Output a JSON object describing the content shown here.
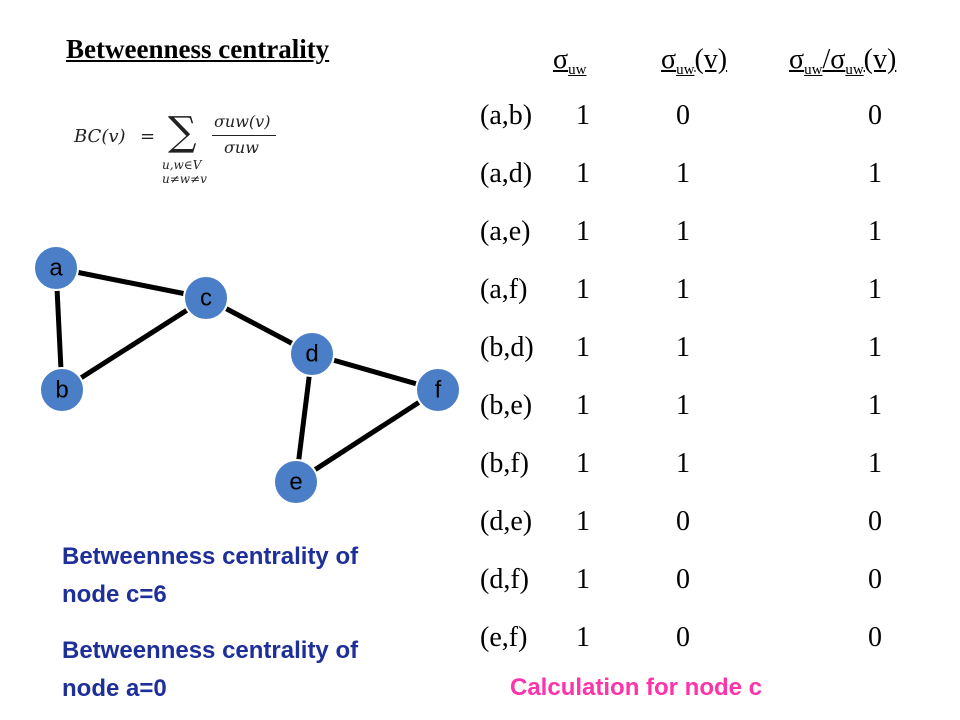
{
  "title": "Betweenness centrality",
  "formula": {
    "lhs": "BC(v)",
    "equals": "=",
    "sum": "∑",
    "sum_sub_line1": "u,w∈V",
    "sum_sub_line2": "u≠w≠v",
    "numerator": "σuw(v)",
    "denominator": "σuw"
  },
  "graph": {
    "nodes": [
      "a",
      "b",
      "c",
      "d",
      "e",
      "f"
    ],
    "edges": [
      [
        "a",
        "b"
      ],
      [
        "a",
        "c"
      ],
      [
        "b",
        "c"
      ],
      [
        "c",
        "d"
      ],
      [
        "d",
        "e"
      ],
      [
        "d",
        "f"
      ],
      [
        "e",
        "f"
      ]
    ],
    "node_color": "#4a7fc8",
    "node_border": "#ffffff",
    "edge_color": "#000000"
  },
  "table": {
    "headers": [
      {
        "sym": "σ",
        "sub": "uw",
        "suffix": ""
      },
      {
        "sym": "σ",
        "sub": "uw",
        "suffix": "(v)"
      },
      {
        "sym": "σ",
        "sub": "uw",
        "mid": "/σ",
        "sub2": "uw",
        "suffix": "(v)"
      }
    ],
    "rows": [
      {
        "pair": "(a,b)",
        "sigma": "1",
        "sigma_v": "0",
        "ratio": "0"
      },
      {
        "pair": "(a,d)",
        "sigma": "1",
        "sigma_v": "1",
        "ratio": "1"
      },
      {
        "pair": "(a,e)",
        "sigma": "1",
        "sigma_v": "1",
        "ratio": "1"
      },
      {
        "pair": "(a,f)",
        "sigma": "1",
        "sigma_v": "1",
        "ratio": "1"
      },
      {
        "pair": "(b,d)",
        "sigma": "1",
        "sigma_v": "1",
        "ratio": "1"
      },
      {
        "pair": "(b,e)",
        "sigma": "1",
        "sigma_v": "1",
        "ratio": "1"
      },
      {
        "pair": "(b,f)",
        "sigma": "1",
        "sigma_v": "1",
        "ratio": "1"
      },
      {
        "pair": "(d,e)",
        "sigma": "1",
        "sigma_v": "0",
        "ratio": "0"
      },
      {
        "pair": "(d,f)",
        "sigma": "1",
        "sigma_v": "0",
        "ratio": "0"
      },
      {
        "pair": "(e,f)",
        "sigma": "1",
        "sigma_v": "0",
        "ratio": "0"
      }
    ]
  },
  "result_c": {
    "line1": "Betweenness centrality of",
    "line2": "node c=6"
  },
  "result_a": {
    "line1": "Betweenness centrality of",
    "line2": "node a=0"
  },
  "caption": "Calculation for node c",
  "colors": {
    "result_text": "#1f2f9a",
    "caption": "#ff33aa"
  }
}
